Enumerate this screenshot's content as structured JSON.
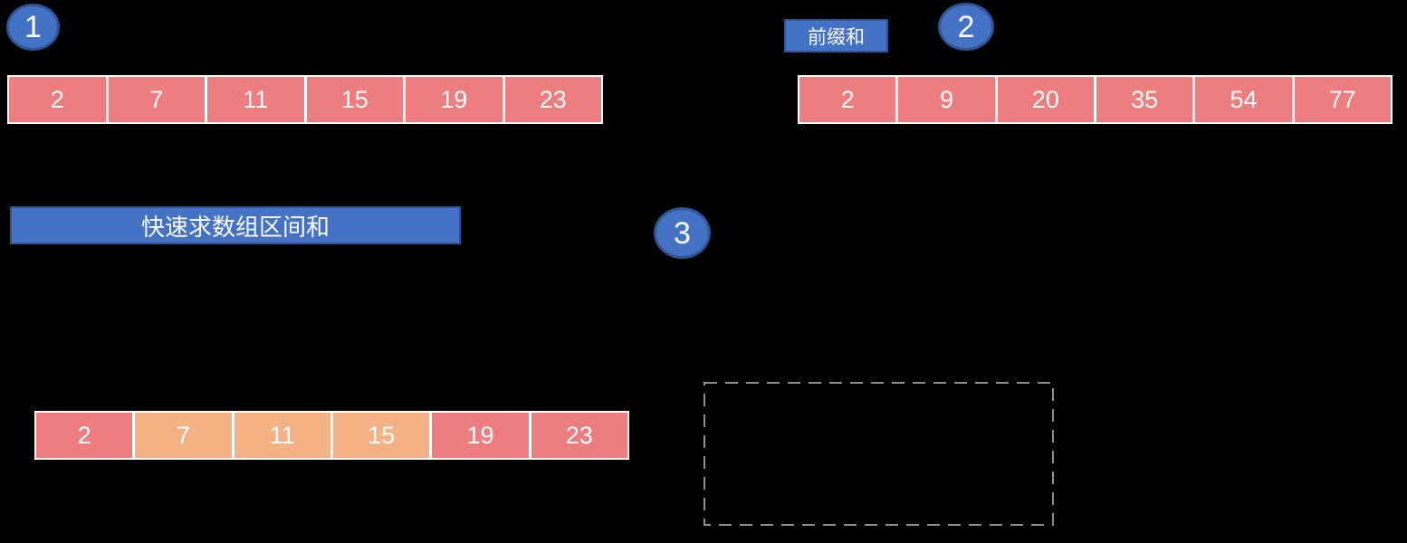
{
  "colors": {
    "background": "#000000",
    "cell_red": "#EE7D80",
    "cell_orange": "#F4B183",
    "accent_blue": "#4472C4",
    "accent_blue_dark": "#2F5597",
    "dash_gray": "#8F8F8F",
    "text_white": "#FFFFFF"
  },
  "badges": [
    {
      "label": "1"
    },
    {
      "label": "2"
    },
    {
      "label": "3"
    }
  ],
  "labels": {
    "prefix_sum": "前缀和",
    "range_sum_title": "快速求数组区间和"
  },
  "arrays": {
    "original": {
      "values": [
        "2",
        "7",
        "11",
        "15",
        "19",
        "23"
      ],
      "highlight": []
    },
    "prefix": {
      "values": [
        "2",
        "9",
        "20",
        "35",
        "54",
        "77"
      ],
      "highlight": []
    },
    "range": {
      "values": [
        "2",
        "7",
        "11",
        "15",
        "19",
        "23"
      ],
      "highlight": [
        1,
        2,
        3
      ]
    }
  }
}
